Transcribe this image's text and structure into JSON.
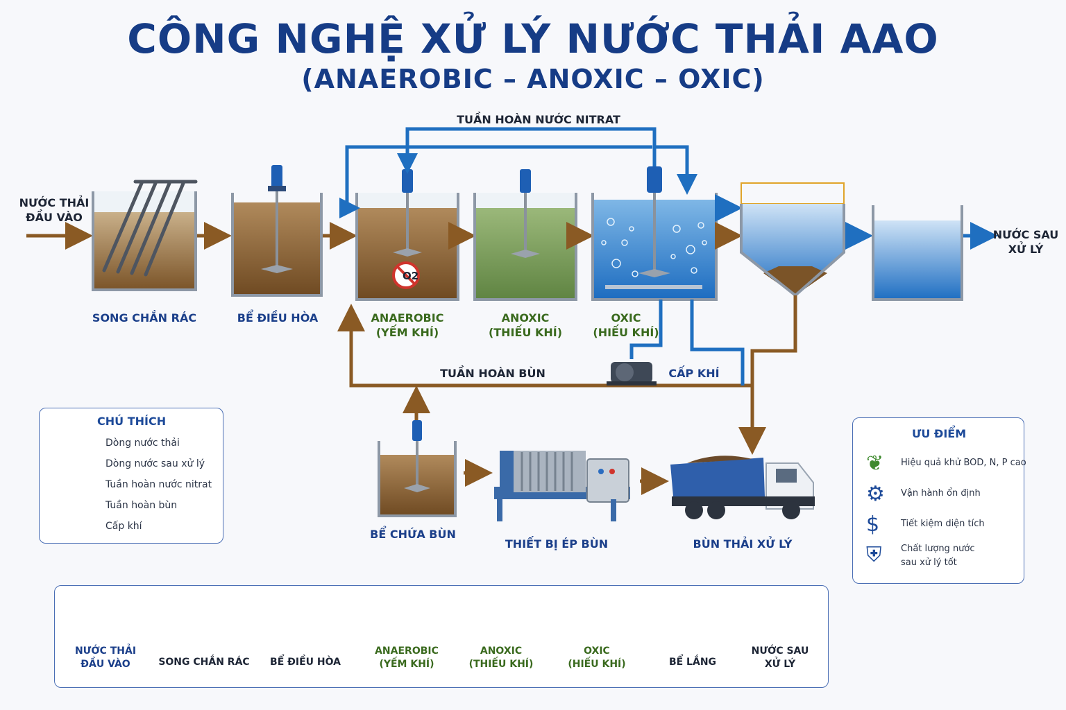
{
  "title": "CÔNG NGHỆ XỬ LÝ NƯỚC THẢI AAO",
  "subtitle": "(ANAEROBIC – ANOXIC – OXIC)",
  "colors": {
    "wastewater": "#8a5a24",
    "treated": "#1f6fc0",
    "title": "#163c86",
    "green_label": "#3a6a1e"
  },
  "process": {
    "inlet": "NƯỚC THẢI\nĐẦU VÀO",
    "outlet": "NƯỚC SAU\nXỬ LÝ",
    "nitrate_recycle": "TUẦN HOÀN NƯỚC NITRAT",
    "sludge_recycle": "TUẦN HOÀN BÙN",
    "air_supply": "CẤP KHÍ",
    "units": {
      "screen": "SONG CHẮN RÁC",
      "equalization": "BỂ ĐIỀU HÒA",
      "anaerobic": "ANAEROBIC\n(YẾM KHÍ)",
      "anoxic": "ANOXIC\n(THIẾU KHÍ)",
      "oxic": "OXIC\n(HIẾU KHÍ)"
    },
    "o2_symbol": "O2"
  },
  "sludge_line": {
    "tank": "BỂ CHỨA BÙN",
    "press": "THIẾT BỊ ÉP BÙN",
    "disposal": "BÙN THẢI XỬ LÝ"
  },
  "legend": {
    "title": "CHÚ THÍCH",
    "items": [
      {
        "label": "Dòng nước thải",
        "color": "#8a5a24",
        "kind": "arrow"
      },
      {
        "label": "Dòng nước sau xử lý",
        "color": "#1f6fc0",
        "kind": "arrow"
      },
      {
        "label": "Tuần hoàn nước nitrat",
        "color": "#1f6fc0",
        "kind": "line"
      },
      {
        "label": "Tuần hoàn bùn",
        "color": "#8a5a24",
        "kind": "line"
      },
      {
        "label": "Cấp khí",
        "color": "#1f6fc0",
        "kind": "line"
      }
    ]
  },
  "advantages": {
    "title": "ƯU ĐIỂM",
    "items": [
      {
        "label": "Hiệu quả khử BOD, N, P cao",
        "icon": "leaf-icon"
      },
      {
        "label": "Vận hành ổn định",
        "icon": "gear-icon"
      },
      {
        "label": "Tiết kiệm diện tích",
        "icon": "dollar-icon"
      },
      {
        "label": "Chất lượng nước\nsau xử lý tốt",
        "icon": "shield-icon"
      }
    ]
  },
  "summary_flow": [
    {
      "label": "NƯỚC THẢI\nĐẦU VÀO",
      "color": "#1b3f8a"
    },
    {
      "label": "SONG CHẮN RÁC",
      "color": "#1d2535"
    },
    {
      "label": "BỂ ĐIỀU HÒA",
      "color": "#1d2535"
    },
    {
      "label": "ANAEROBIC\n(YẾM KHÍ)",
      "color": "#3a6a1e"
    },
    {
      "label": "ANOXIC\n(THIẾU KHÍ)",
      "color": "#3a6a1e"
    },
    {
      "label": "OXIC\n(HIẾU KHÍ)",
      "color": "#3a6a1e"
    },
    {
      "label": "BỂ LẮNG",
      "color": "#1d2535"
    },
    {
      "label": "NƯỚC SAU\nXỬ LÝ",
      "color": "#1d2535"
    }
  ]
}
